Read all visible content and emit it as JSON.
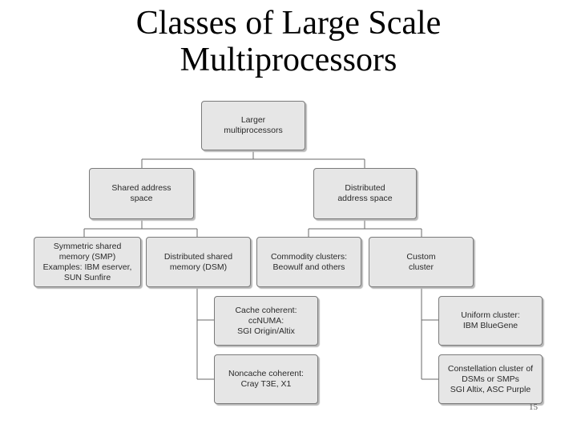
{
  "title": {
    "line1": "Classes of Large Scale",
    "line2": "Multiprocessors"
  },
  "nodes": {
    "root": [
      "Larger",
      "multiprocessors"
    ],
    "shared": [
      "Shared address",
      "space"
    ],
    "distributed": [
      "Distributed",
      "address space"
    ],
    "smp": [
      "Symmetric shared",
      "memory (SMP)",
      "Examples: IBM eserver,",
      "SUN Sunfire"
    ],
    "dsm": [
      "Distributed shared",
      "memory (DSM)"
    ],
    "commodity": [
      "Commodity clusters:",
      "Beowulf and others"
    ],
    "custom": [
      "Custom",
      "cluster"
    ],
    "cache_coherent": [
      "Cache coherent:",
      "ccNUMA:",
      "SGI Origin/Altix"
    ],
    "noncache": [
      "Noncache coherent:",
      "Cray T3E, X1"
    ],
    "uniform": [
      "Uniform cluster:",
      "IBM BlueGene"
    ],
    "constellation": [
      "Constellation cluster of",
      "DSMs or SMPs",
      "SGI Altix, ASC Purple"
    ]
  },
  "page_number": "15"
}
